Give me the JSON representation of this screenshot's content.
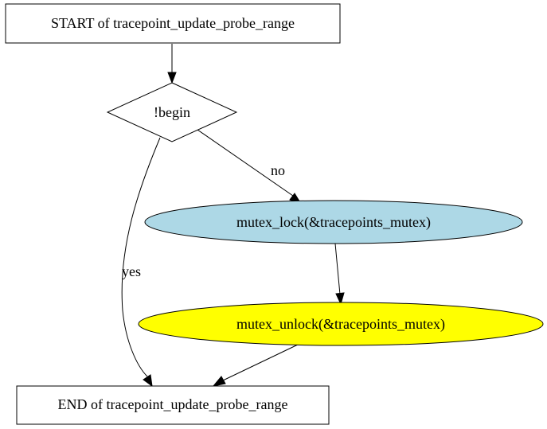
{
  "nodes": {
    "start": {
      "label": "START of tracepoint_update_probe_range"
    },
    "decision": {
      "label": "!begin"
    },
    "lock": {
      "label": "mutex_lock(&tracepoints_mutex)",
      "fill": "#add8e6"
    },
    "unlock": {
      "label": "mutex_unlock(&tracepoints_mutex)",
      "fill": "#ffff00"
    },
    "end": {
      "label": "END of tracepoint_update_probe_range"
    }
  },
  "edges": {
    "no": {
      "label": "no"
    },
    "yes": {
      "label": "yes"
    }
  }
}
